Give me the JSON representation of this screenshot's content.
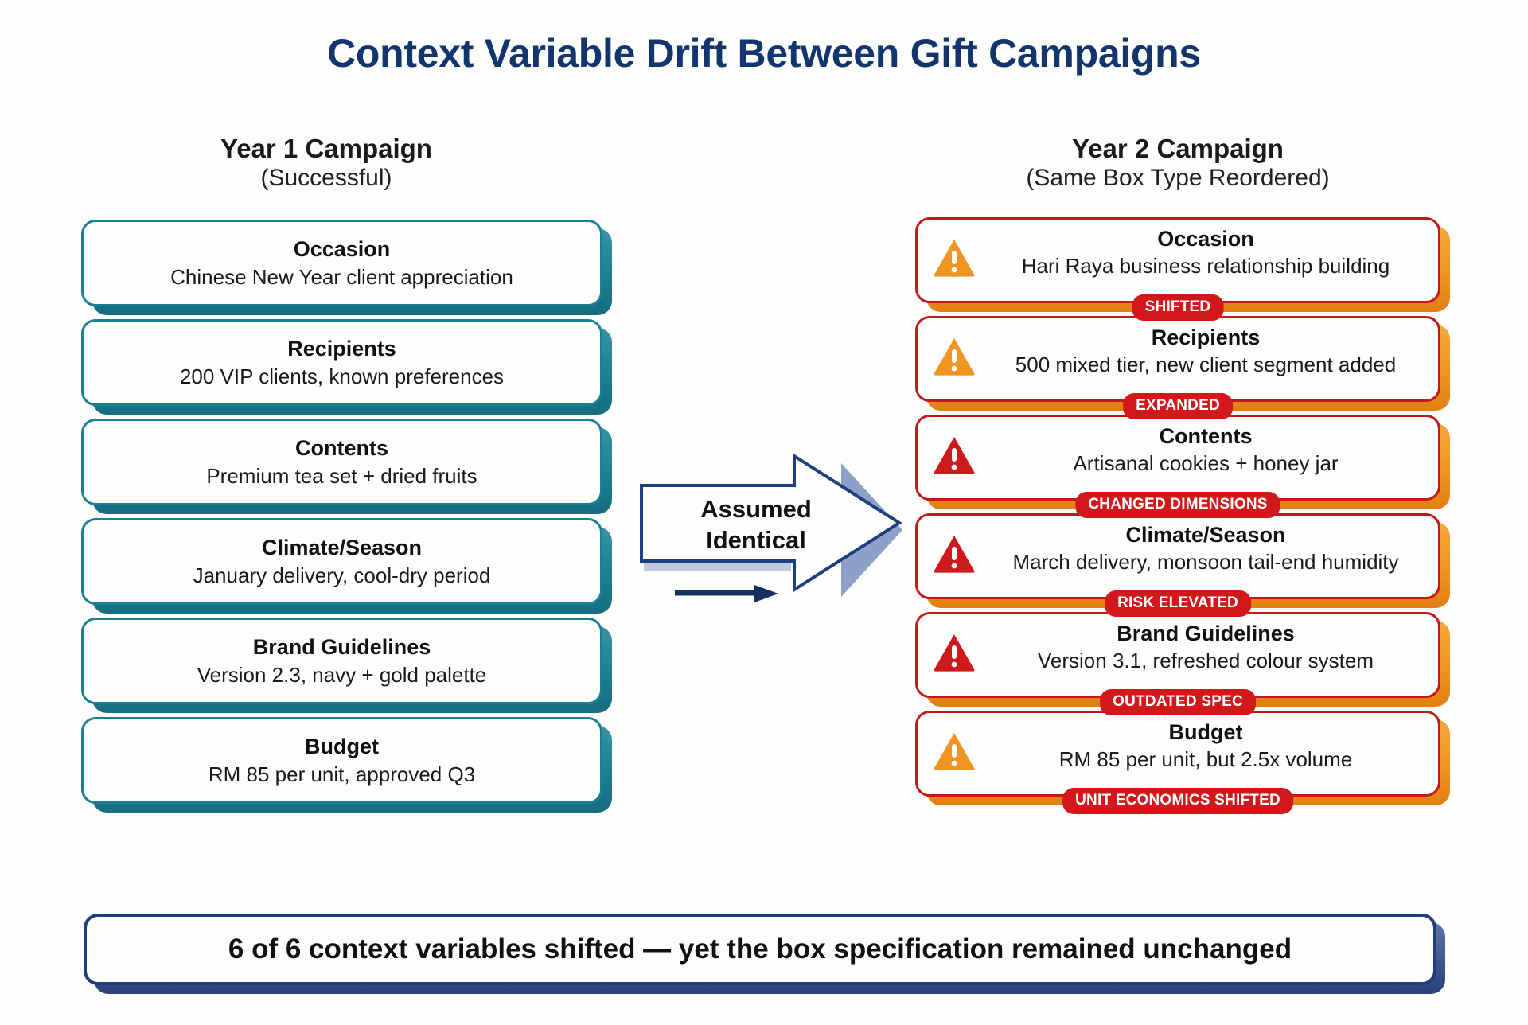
{
  "title": "Context Variable Drift Between Gift Campaigns",
  "columns": {
    "left": {
      "heading": "Year 1 Campaign",
      "subheading": "(Successful)",
      "cards": [
        {
          "title": "Occasion",
          "desc": "Chinese New Year client appreciation"
        },
        {
          "title": "Recipients",
          "desc": "200 VIP clients, known preferences"
        },
        {
          "title": "Contents",
          "desc": "Premium tea set + dried fruits"
        },
        {
          "title": "Climate/Season",
          "desc": "January delivery, cool-dry period"
        },
        {
          "title": "Brand Guidelines",
          "desc": "Version 2.3, navy + gold palette"
        },
        {
          "title": "Budget",
          "desc": "RM 85 per unit, approved Q3"
        }
      ]
    },
    "right": {
      "heading": "Year 2 Campaign",
      "subheading": "(Same Box Type Reordered)",
      "cards": [
        {
          "title": "Occasion",
          "desc": "Hari Raya business relationship building",
          "badge": "SHIFTED",
          "icon": "warning-triangle-orange-icon",
          "severity": "orange"
        },
        {
          "title": "Recipients",
          "desc": "500 mixed tier, new client segment added",
          "badge": "EXPANDED",
          "icon": "warning-triangle-orange-icon",
          "severity": "orange"
        },
        {
          "title": "Contents",
          "desc": "Artisanal cookies + honey jar",
          "badge": "CHANGED DIMENSIONS",
          "icon": "warning-triangle-red-icon",
          "severity": "red"
        },
        {
          "title": "Climate/Season",
          "desc": "March delivery, monsoon tail-end humidity",
          "badge": "RISK ELEVATED",
          "icon": "warning-triangle-red-icon",
          "severity": "red"
        },
        {
          "title": "Brand Guidelines",
          "desc": "Version 3.1, refreshed colour system",
          "badge": "OUTDATED SPEC",
          "icon": "warning-triangle-red-icon",
          "severity": "red"
        },
        {
          "title": "Budget",
          "desc": "RM 85 per unit, but 2.5x volume",
          "badge": "UNIT ECONOMICS SHIFTED",
          "icon": "warning-triangle-orange-icon",
          "severity": "orange"
        }
      ]
    }
  },
  "center": {
    "label_line1": "Assumed",
    "label_line2": "Identical"
  },
  "banner": {
    "text": "6 of 6 context variables shifted — yet the box specification remained unchanged"
  },
  "colors": {
    "title_navy": "#12356e",
    "left_border_teal": "#1b8094",
    "right_border_red": "#c3191b",
    "right_shadow_orange": "#ef9521",
    "badge_red": "#d2181a",
    "arrow_navy": "#1d3f7d",
    "banner_border_navy": "#1d3f7d",
    "page_background": "#fdfdfb",
    "warning_orange": "#ef9421",
    "warning_red": "#cf1a1c"
  }
}
